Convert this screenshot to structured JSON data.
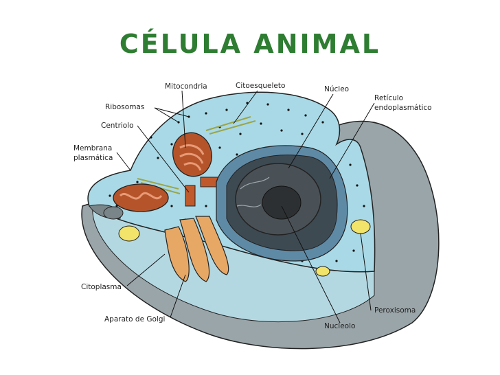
{
  "title": "CÉLULA ANIMAL",
  "labels": {
    "mitocondria": "Mitocondria",
    "citoesqueleto": "Citoesqueleto",
    "nucleo": "Núcleo",
    "reticulo_1": "Retículo",
    "reticulo_2": "endoplasmático",
    "ribosomas": "Ribosomas",
    "centriolo": "Centriolo",
    "membrana_1": "Membrana",
    "membrana_2": "plasmática",
    "citoplasma": "Citoplasma",
    "golgi": "Aparato de Golgi",
    "peroxisoma": "Peroxisoma",
    "nucleolo": "Nucleolo"
  },
  "colors": {
    "title": "#2e7d32",
    "outer_cell": "#9aa5a9",
    "cytoplasm": "#a9d9e6",
    "mitochondria": "#b5542a",
    "golgi": "#e8a865",
    "nucleus": "#4a5156",
    "reticulum": "#5f8aa6",
    "peroxisome": "#f2e36a"
  }
}
